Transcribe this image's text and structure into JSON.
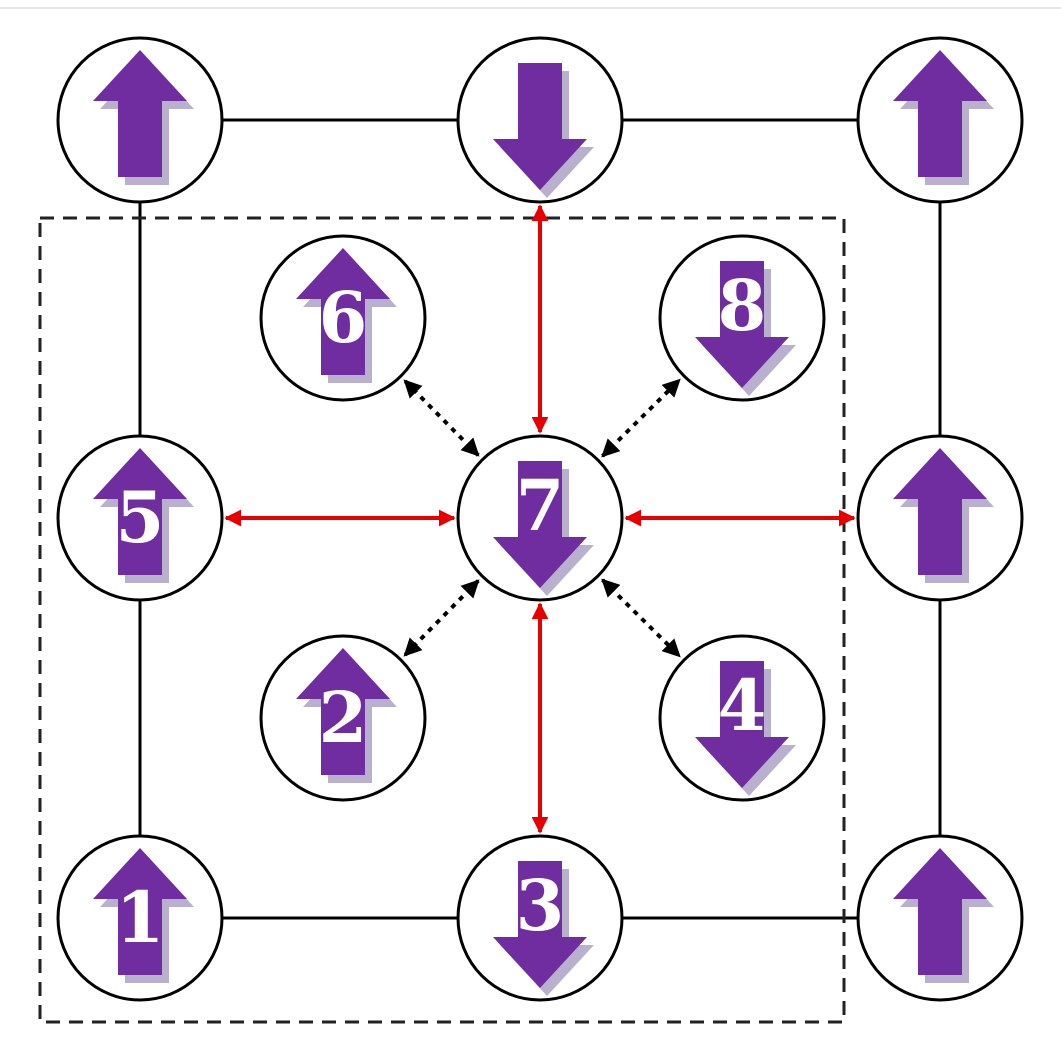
{
  "colors": {
    "arrow_fill": "#6F2DA0",
    "arrow_shadow": "#B8B0CC",
    "node_stroke": "#000000",
    "lattice_line": "#000000",
    "red_link": "#E60000",
    "dotted_link": "#000000",
    "dashed_box": "#222222",
    "node_fill": "#ffffff"
  },
  "nodes": [
    {
      "id": "top-left",
      "label": "",
      "spin": "up"
    },
    {
      "id": "top-middle",
      "label": "",
      "spin": "down"
    },
    {
      "id": "top-right",
      "label": "",
      "spin": "up"
    },
    {
      "id": "node-6",
      "label": "6",
      "spin": "up"
    },
    {
      "id": "node-8",
      "label": "8",
      "spin": "down"
    },
    {
      "id": "node-5",
      "label": "5",
      "spin": "up"
    },
    {
      "id": "node-7",
      "label": "7",
      "spin": "down"
    },
    {
      "id": "middle-right",
      "label": "",
      "spin": "up"
    },
    {
      "id": "node-2",
      "label": "2",
      "spin": "up"
    },
    {
      "id": "node-4",
      "label": "4",
      "spin": "down"
    },
    {
      "id": "node-1",
      "label": "1",
      "spin": "up"
    },
    {
      "id": "node-3",
      "label": "3",
      "spin": "down"
    },
    {
      "id": "bottom-right",
      "label": "",
      "spin": "up"
    }
  ],
  "lattice_edges": [
    [
      "top-left",
      "top-middle"
    ],
    [
      "top-middle",
      "top-right"
    ],
    [
      "top-left",
      "node-5"
    ],
    [
      "node-5",
      "node-1"
    ],
    [
      "top-right",
      "middle-right"
    ],
    [
      "middle-right",
      "bottom-right"
    ],
    [
      "node-1",
      "node-3"
    ],
    [
      "node-3",
      "bottom-right"
    ]
  ],
  "red_links": [
    [
      "node-7",
      "top-middle"
    ],
    [
      "node-7",
      "node-3"
    ],
    [
      "node-7",
      "node-5"
    ],
    [
      "node-7",
      "middle-right"
    ]
  ],
  "dotted_links": [
    [
      "node-7",
      "node-6"
    ],
    [
      "node-7",
      "node-8"
    ],
    [
      "node-7",
      "node-2"
    ],
    [
      "node-7",
      "node-4"
    ]
  ]
}
